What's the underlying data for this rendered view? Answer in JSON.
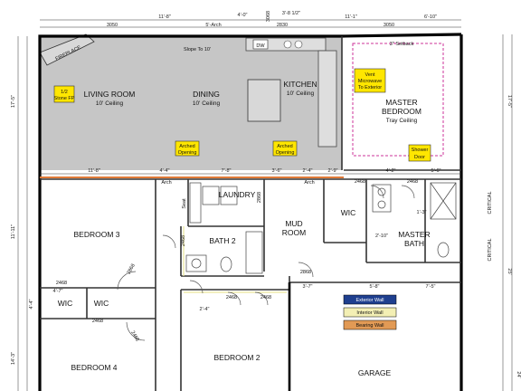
{
  "rooms": {
    "living_room": {
      "name": "LIVING ROOM",
      "ceiling": "10' Ceiling"
    },
    "dining": {
      "name": "DINING",
      "ceiling": "10' Ceiling"
    },
    "kitchen": {
      "name": "KITCHEN",
      "ceiling": "10' Ceiling"
    },
    "master_bedroom": {
      "name": "MASTER\nBEDROOM",
      "name_line1": "MASTER",
      "name_line2": "BEDROOM",
      "ceiling": "Tray Ceiling"
    },
    "laundry": {
      "name": "LAUNDRY"
    },
    "mud_room": {
      "name_line1": "MUD",
      "name_line2": "ROOM"
    },
    "wic_master": {
      "name": "WIC"
    },
    "master_bath": {
      "name_line1": "MASTER",
      "name_line2": "BATH"
    },
    "bedroom3": {
      "name": "BEDROOM 3"
    },
    "bath2": {
      "name": "BATH 2"
    },
    "wic_left": {
      "name": "WIC"
    },
    "wic_right": {
      "name": "WIC"
    },
    "bedroom4": {
      "name": "BEDROOM 4"
    },
    "bedroom2": {
      "name": "BEDROOM 2"
    },
    "garage": {
      "name": "GARAGE"
    }
  },
  "notes": {
    "slope": "Slope To 10'",
    "stone_fp_line1": "1/2",
    "stone_fp_line2": "Stone FP",
    "fireplace": "FIREPLACE",
    "vent_line1": "Vent",
    "vent_line2": "Microwave",
    "vent_line3": "To Exterior",
    "arched_line1": "Arched",
    "arched_line2": "Opening",
    "shower_line1": "Shower",
    "shower_line2": "Door",
    "setback": "3\" Setback",
    "arch": "Arch",
    "dw": "DW",
    "seat": "Seat",
    "critical": "CRITICAL"
  },
  "dimensions": {
    "top": [
      "3050",
      "11'-8\"",
      "5'-Arch",
      "2830",
      "11'-1\"",
      "3050",
      "6'-10\""
    ],
    "top_small": [
      "4'-0\"",
      "3'-8 1/2\"",
      "3068"
    ],
    "mid_row": [
      "11'-8\"",
      "4'-4\"",
      "7'-8\"",
      "3'-6\"",
      "2'-4\"",
      "2'-9\"",
      "4'-2\"",
      "5'-6\""
    ],
    "door_sizes": [
      "2468",
      "2868",
      "2468",
      "2868",
      "2468",
      "2468",
      "2468",
      "2868",
      "2468",
      "2468",
      "2468"
    ],
    "left": [
      "17'-5\"",
      "11'-11\"",
      "4'-4\"",
      "14'-3\""
    ],
    "right": [
      "17'-5\"",
      "25'",
      "24'"
    ],
    "misc": [
      "1'-3\"",
      "2'-10\"",
      "5'-8\"",
      "7'-5\"",
      "3'-7\"",
      "4'-7\"",
      "2'-4\""
    ]
  },
  "legend": {
    "exterior": "Exterior Wall",
    "interior": "Interior Wall",
    "bearing": "Bearing Wall"
  },
  "colors": {
    "exterior": "#1f3f8f",
    "interior": "#f3efb4",
    "bearing": "#e29a55",
    "shaded": "#c5c5c5",
    "note_bg": "#ffe600",
    "tray": "#cc3399"
  }
}
